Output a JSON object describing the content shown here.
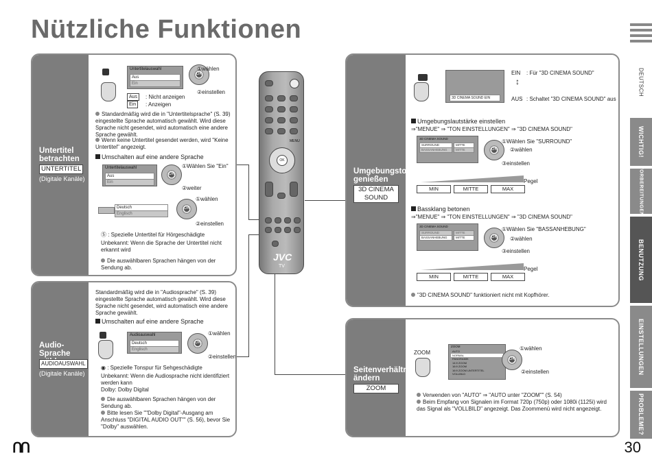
{
  "page_title": "Nützliche Funktionen",
  "page_number": "30",
  "tabs": {
    "language": "DEUTSCH",
    "items": [
      "WICHTIG!",
      "VORBEREITUNGEN",
      "BENUTZUNG",
      "EINSTELLUNGEN",
      "PROBLEME?"
    ],
    "active": "BENUTZUNG"
  },
  "subtitle_panel": {
    "title": "Untertitel betrachten",
    "button": "UNTERTITEL",
    "note": "(Digitale Kanäle)",
    "menu_title": "Untertitelauswahl",
    "menu_opt1": "Aus",
    "menu_opt2": "Ein",
    "step1": "①wählen",
    "step2": "②einstellen",
    "aus_label": "Aus",
    "aus_desc": ": Nicht anzeigen",
    "ein_label": "Ein",
    "ein_desc": ": Anzeigen",
    "bullet1": "Standardmäßig wird die in \"Untertitelsprache\" (S. 39) eingestellte Sprache automatisch gewählt. Wird diese Sprache nicht gesendet, wird automatisch eine andere Sprache gewählt.",
    "bullet2": "Wenn keine Untertitel gesendet werden, wird \"Keine Untertitel\" angezeigt.",
    "switch_heading": "Umschalten auf eine andere Sprache",
    "switch_menu_title": "Untertitelauswahl",
    "switch_opt1": "Aus",
    "switch_opt2": "Ein",
    "switch_step1": "①Wählen Sie \"Ein\"",
    "switch_step2": "②weiter",
    "lang1": "Deutsch",
    "lang2": "Englisch",
    "lang_step1": "①wählen",
    "lang_step2": "②einstellen",
    "hearing_note": ": Spezielle Untertitel für Hörgeschädigte",
    "unknown_note": "Unbekannt: Wenn die Sprache der Untertitel nicht erkannt wird",
    "bullet3": "Die auswählbaren Sprachen hängen von der Sendung ab."
  },
  "audio_panel": {
    "title": "Audio-Sprache wählen",
    "button": "AUDIOAUSWAHL",
    "note": "(Digitale Kanäle)",
    "intro": "Standardmäßig wird die in \"Audiosprache\" (S. 39) eingestellte Sprache automatisch gewählt. Wird diese Sprache nicht gesendet, wird automatisch eine andere Sprache gewählt.",
    "switch_heading": "Umschalten auf eine andere Sprache",
    "menu_title": "Audioauswahl",
    "lang1": "Deutsch",
    "lang2": "Englisch",
    "step1": "①wählen",
    "step2": "②einstellen",
    "hearing_note": ": Spezielle Tonspur für Sehgeschädigte",
    "unknown_note": "Unbekannt: Wenn die Audiosprache nicht identifiziert werden kann",
    "dolby_note": "Dolby: Dolby Digital",
    "bullet1": "Die auswählbaren Sprachen hängen von der Sendung ab.",
    "bullet2": "Bitte lesen Sie \"\"Dolby Digital\"-Ausgang am Anschluss \"DIGITAL AUDIO OUT\"\" (S. 56), bevor Sie \"Dolby\" auswählen."
  },
  "sound_panel": {
    "title": "Umgebungston genießen",
    "button": "3D CINEMA SOUND",
    "screen_text": "3D CINEMA SOUND   EIN",
    "ein_label": "EIN",
    "ein_desc": ": Für \"3D CINEMA SOUND\"",
    "aus_label": "AUS",
    "aus_desc": ": Schaltet \"3D CINEMA SOUND\" aus",
    "surround_heading": "Umgebungslautstärke einstellen",
    "surround_path": "⇒\"MENUE\" ⇒ \"TON EINSTELLUNGEN\" ⇒ \"3D CINEMA SOUND\"",
    "surround_step1": "①Wählen Sie \"SURROUND\"",
    "surround_step2": "②wählen",
    "surround_step3": "③einstellen",
    "level_label": "Pegel",
    "min": "MIN",
    "mid": "MITTE",
    "max": "MAX",
    "bass_heading": "Bassklang betonen",
    "bass_path": "⇒\"MENUE\" ⇒ \"TON EINSTELLUNGEN\" ⇒ \"3D CINEMA SOUND\"",
    "bass_step1": "①Wählen Sie \"BASSANHEBUNG\"",
    "bass_step2": "②wählen",
    "bass_step3": "③einstellen",
    "bass_level_label": "Pegel",
    "bass_min": "MIN",
    "bass_mid": "MITTE",
    "bass_max": "MAX",
    "menu_title": "3D CINEMA SOUND",
    "menu_row1": "SURROUND",
    "menu_row2": "BASSANHEBUNG",
    "menu_val": "MITTE",
    "footnote": "\"3D CINEMA SOUND\" funktioniert nicht mit Kopfhörer."
  },
  "zoom_panel": {
    "title": "Seitenverhältnis ändern",
    "button": "ZOOM",
    "hand_label": "ZOOM",
    "menu_title": "ZOOM",
    "menu_items": [
      "AUTO",
      "NORMAL",
      "PANORAMIK",
      "14:9 ZOOM",
      "16:9 ZOOM",
      "16:9 ZOOM UNTERTITEL",
      "VOLLBILD"
    ],
    "step1": "①wählen",
    "step2": "②einstellen",
    "bullet1": "Verwenden von \"AUTO\" ⇒ \"AUTO unter \"ZOOM\"\" (S. 54)",
    "bullet2": "Beim Empfang von Signalen im Format 720p (750p) oder 1080i (1125i) wird das Signal als \"VOLLBILD\" angezeigt. Das Zoommenü wird nicht angezeigt."
  },
  "remote": {
    "brand": "JVC",
    "model": "TV",
    "ok": "OK",
    "menu": "MENU"
  }
}
